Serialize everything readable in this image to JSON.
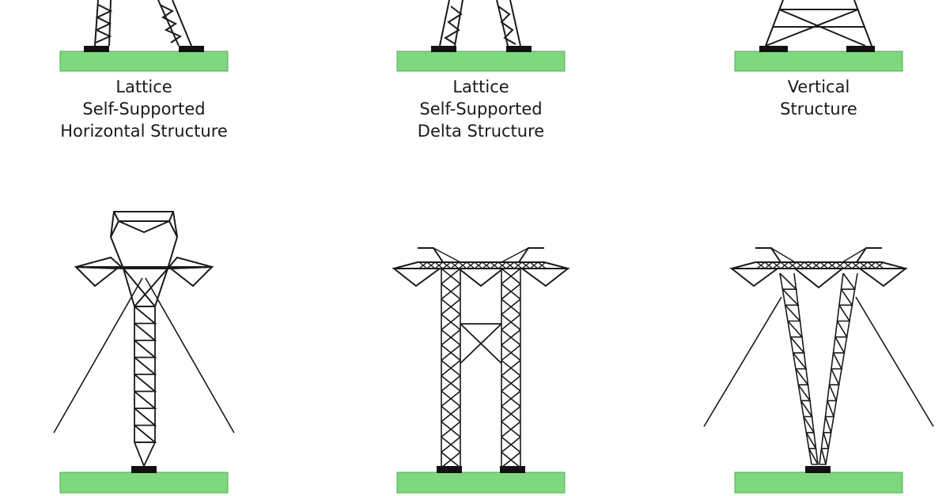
{
  "colors": {
    "ground": "#7fd87f",
    "ground_edge": "#4caf50",
    "ink": "#1a1a1a",
    "foot": "#111111"
  },
  "towers": [
    {
      "id": "horizontal",
      "caption_lines": [
        "Lattice",
        "Self-Supported",
        "Horizontal Structure"
      ]
    },
    {
      "id": "delta",
      "caption_lines": [
        "Lattice",
        "Self-Supported",
        "Delta Structure"
      ]
    },
    {
      "id": "vertical",
      "caption_lines": [
        "Vertical",
        "Structure"
      ]
    },
    {
      "id": "guyed-mast",
      "caption_lines": []
    },
    {
      "id": "guyed-portal",
      "caption_lines": []
    },
    {
      "id": "guyed-v",
      "caption_lines": []
    }
  ]
}
